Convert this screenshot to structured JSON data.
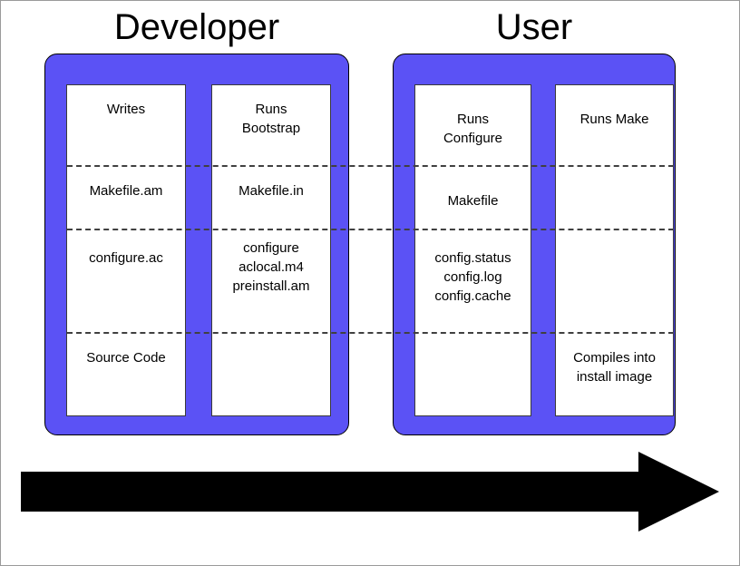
{
  "diagram": {
    "title_developer": "Developer",
    "title_user": "User",
    "accent_color": "#5B52F5",
    "border_color": "#000000",
    "divider_color": "#404040",
    "arrow_color": "#000000",
    "columns": [
      {
        "id": "writes",
        "group": "Developer",
        "action": "Writes",
        "cells": [
          "Writes",
          "Makefile.am",
          "configure.ac",
          "Source Code"
        ]
      },
      {
        "id": "bootstrap",
        "group": "Developer",
        "action": "Runs\nBootstrap",
        "cells": [
          "Runs\nBootstrap",
          "Makefile.in",
          "configure\naclocal.m4\npreinstall.am",
          ""
        ]
      },
      {
        "id": "configure",
        "group": "User",
        "action": "Runs\nConfigure",
        "cells": [
          "Runs\nConfigure",
          "Makefile",
          "config.status\nconfig.log\nconfig.cache",
          ""
        ]
      },
      {
        "id": "make",
        "group": "User",
        "action": "Runs Make",
        "cells": [
          "Runs Make",
          "",
          "",
          "Compiles into\ninstall image"
        ]
      }
    ],
    "arrow_label": ""
  }
}
